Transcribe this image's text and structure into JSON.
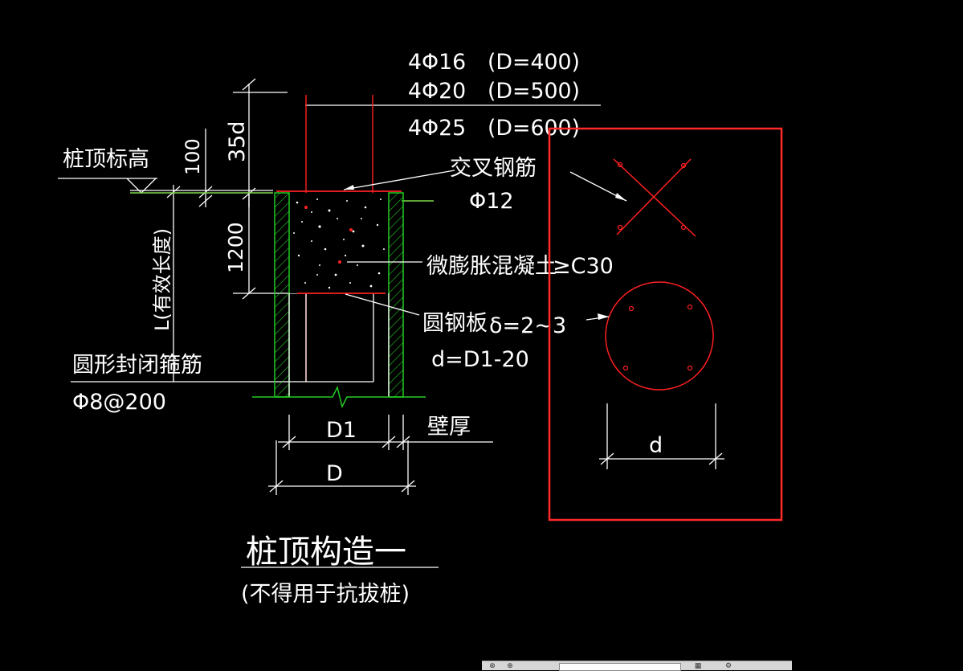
{
  "drawing": {
    "rebar_spec_lines": [
      "4Φ16　(D=400)",
      "4Φ20　(D=500)",
      "4Φ25　(D=600)"
    ],
    "pile_top_elevation_label": "桩顶标高",
    "dim_100": "100",
    "dim_35d": "35d",
    "dim_1200": "1200",
    "effective_length_label": "L(有效长度)",
    "cross_rebar_label": "交叉钢筋",
    "cross_rebar_spec": "Φ12",
    "concrete_label": "微膨胀混凝土",
    "concrete_grade": "≥C30",
    "steel_plate_label": "圆钢板",
    "plate_thickness": "δ=2~3",
    "plate_diameter": "d=D1-20",
    "stirrup_label": "圆形封闭箍筋",
    "stirrup_spec": "Φ8@200",
    "dim_D1": "D1",
    "wall_thickness_label": "壁厚",
    "dim_D": "D",
    "detail_title": "桩顶构造一",
    "detail_subtitle": "(不得用于抗拔桩)",
    "detail_d_label": "d"
  },
  "colors": {
    "background": "#000000",
    "linework": "#ffffff",
    "rebar": "#ff2020",
    "hatch": "#22cc22",
    "ground": "#7fd84a",
    "selection_box": "#ff2a2a"
  },
  "icons": [
    "x-mark-icon",
    "zoom-icon",
    "layer-icon",
    "gear-icon"
  ]
}
